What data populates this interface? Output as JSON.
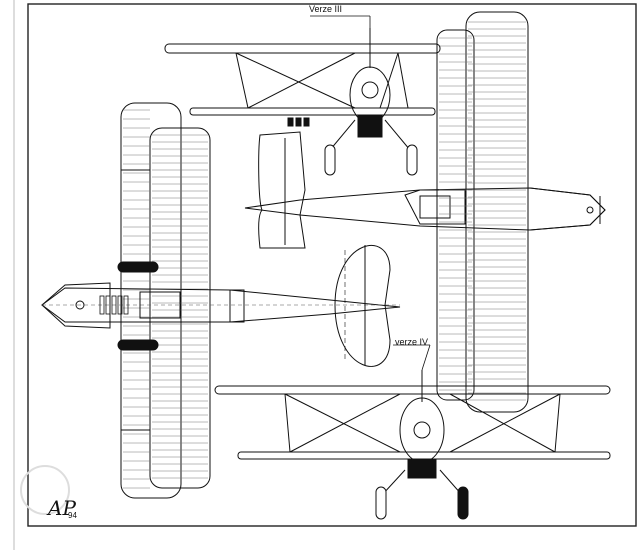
{
  "labels": {
    "version_3": "Verze III",
    "version_4": "verze IV"
  },
  "signature": {
    "initials": "AP",
    "year": "94"
  },
  "colors": {
    "ink": "#111111",
    "paper": "#ffffff",
    "frame": "#222222"
  }
}
